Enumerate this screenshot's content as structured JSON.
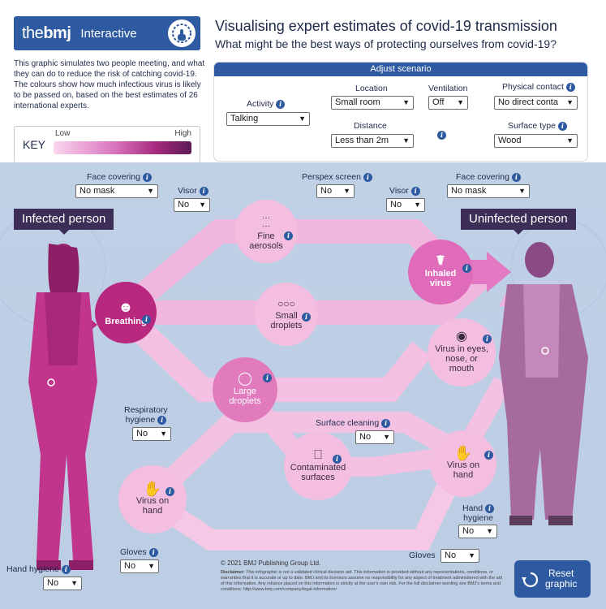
{
  "header": {
    "logo_brand_prefix": "the",
    "logo_brand_bold": "bmj",
    "logo_section": "Interactive",
    "title": "Visualising expert estimates of covid-19 transmission",
    "subtitle": "What might be the best ways of protecting ourselves from covid-19?"
  },
  "intro": "This graphic simulates two people meeting, and what they can do to reduce the risk of catching covid-19. The colours show how much infectious virus is likely to be passed on, based on the best estimates of 26 international experts.",
  "key": {
    "label": "KEY",
    "low": "Low",
    "high": "High"
  },
  "scenario": {
    "heading": "Adjust scenario",
    "activity": {
      "label": "Activity",
      "value": "Talking"
    },
    "location": {
      "label": "Location",
      "value": "Small room"
    },
    "ventilation": {
      "label": "Ventilation",
      "value": "Off"
    },
    "physical_contact": {
      "label": "Physical contact",
      "value": "No direct conta"
    },
    "distance": {
      "label": "Distance",
      "value": "Less than 2m"
    },
    "surface_type": {
      "label": "Surface type",
      "value": "Wood"
    }
  },
  "people": {
    "infected": "Infected person",
    "uninfected": "Uninfected person"
  },
  "controls": {
    "face_covering_left": {
      "label": "Face covering",
      "value": "No mask"
    },
    "visor_left": {
      "label": "Visor",
      "value": "No"
    },
    "perspex": {
      "label": "Perspex screen",
      "value": "No"
    },
    "visor_right": {
      "label": "Visor",
      "value": "No"
    },
    "face_covering_right": {
      "label": "Face covering",
      "value": "No mask"
    },
    "resp_hygiene": {
      "label_line1": "Respiratory",
      "label_line2": "hygiene",
      "value": "No"
    },
    "surface_cleaning": {
      "label": "Surface cleaning",
      "value": "No"
    },
    "hand_hygiene_right": {
      "label_line1": "Hand",
      "label_line2": "hygiene",
      "value": "No"
    },
    "gloves_left": {
      "label": "Gloves",
      "value": "No"
    },
    "gloves_right": {
      "label": "Gloves",
      "value": "No"
    },
    "hand_hygiene_left": {
      "label": "Hand hygiene",
      "value": "No"
    }
  },
  "nodes": {
    "breathing": "Breathing",
    "fine_aerosols_1": "Fine",
    "fine_aerosols_2": "aerosols",
    "small_droplets_1": "Small",
    "small_droplets_2": "droplets",
    "large_droplets_1": "Large",
    "large_droplets_2": "droplets",
    "inhaled_virus_1": "Inhaled",
    "inhaled_virus_2": "virus",
    "eyes_1": "Virus in eyes,",
    "eyes_2": "nose, or",
    "eyes_3": "mouth",
    "contaminated_1": "Contaminated",
    "contaminated_2": "surfaces",
    "hand_left_1": "Virus on",
    "hand_left_2": "hand",
    "hand_right_1": "Virus on",
    "hand_right_2": "hand"
  },
  "reset": {
    "line1": "Reset",
    "line2": "graphic"
  },
  "footer": {
    "copyright": "© 2021 BMJ Publishing Group Ltd.",
    "disclaimer_bold": "Disclaimer:",
    "disclaimer": "This infographic is not a validated clinical decision aid. This information is provided without any representations, conditions, or warranties that it is accurate or up to date. BMJ and its licensors assume no responsibility for any aspect of treatment administered with the aid of this information. Any reliance placed on this information is strictly at the user's own risk. For the full disclaimer wording see BMJ's terms and conditions: http://www.bmj.com/company/legal-information/"
  },
  "colors": {
    "brand_blue": "#2d5aa0",
    "tag_purple": "#3d2e57",
    "path_light": "#f2b8de",
    "path_mid": "#e48fc8",
    "node_dark": "#b8287f"
  }
}
